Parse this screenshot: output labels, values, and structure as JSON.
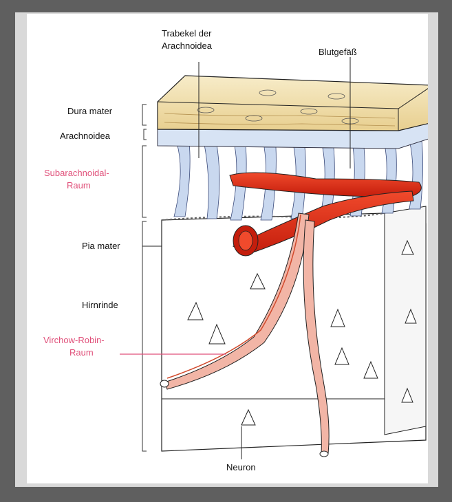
{
  "labels": {
    "trabekel_line1": "Trabekel der",
    "trabekel_line2": "Arachnoidea",
    "blutgefaess": "Blutgefäß",
    "dura_mater": "Dura mater",
    "arachnoidea": "Arachnoidea",
    "subarachnoidal_line1": "Subarachnoidal-",
    "subarachnoidal_line2": "Raum",
    "pia_mater": "Pia mater",
    "hirnrinde": "Hirnrinde",
    "virchow_line1": "Virchow-Robin-",
    "virchow_line2": "Raum",
    "neuron": "Neuron"
  },
  "colors": {
    "frame": "#5f5f5f",
    "panel": "#d9d9d9",
    "card": "#ffffff",
    "dura": "#f3e3b5",
    "arachnoid": "#c9d8ef",
    "vessel": "#e02a14",
    "vessel_light": "#f2b5a6",
    "highlight_label": "#e0507a"
  }
}
